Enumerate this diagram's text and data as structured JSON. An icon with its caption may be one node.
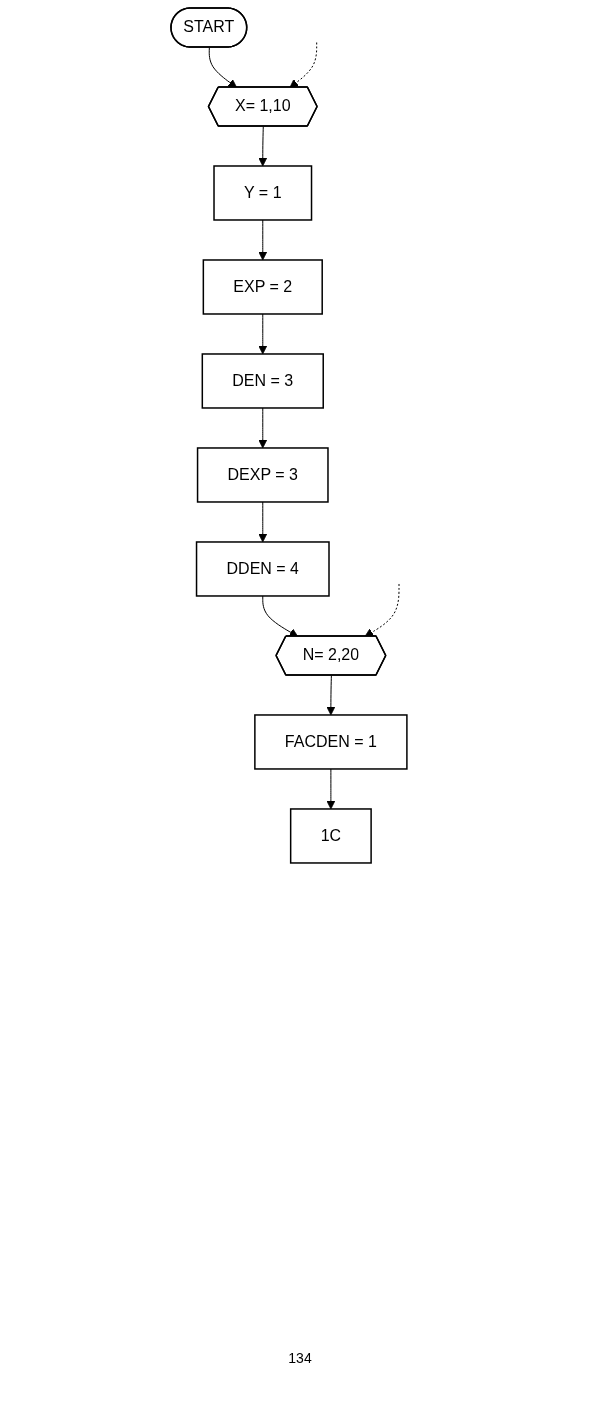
{
  "diagram": {
    "nodes": [
      {
        "text": [
          "START"
        ]
      },
      {
        "text": [
          "X= 1,10"
        ]
      },
      {
        "text": [
          "Y = 1"
        ]
      },
      {
        "text": [
          "EXP = 2"
        ]
      },
      {
        "text": [
          "DEN = 3"
        ]
      },
      {
        "text": [
          "DEXP = 3"
        ]
      },
      {
        "text": [
          "DDEN = 4"
        ]
      },
      {
        "text": [
          "N= 2,20"
        ]
      },
      {
        "text": [
          "FACDEN = 1"
        ]
      },
      {
        "text": [
          "1C"
        ]
      }
    ],
    "edges": [
      {
        "from": 0,
        "to": 1,
        "arrow": "to"
      },
      {
        "from": 1,
        "to": 2,
        "arrow": "to"
      },
      {
        "from": 2,
        "to": 3,
        "arrow": "to"
      },
      {
        "from": 3,
        "to": 4,
        "arrow": "to"
      },
      {
        "from": 4,
        "to": 5,
        "arrow": "to"
      },
      {
        "from": 5,
        "to": 6,
        "arrow": "to"
      },
      {
        "from": 6,
        "to": 7,
        "arrow": "to"
      },
      {
        "from": 7,
        "to": 8,
        "arrow": "to"
      },
      {
        "from": 8,
        "to": 9,
        "arrow": "to"
      },
      {
        "from": null,
        "to": 1,
        "arrow": "to",
        "style": "dashed"
      },
      {
        "from": null,
        "to": 7,
        "arrow": "to",
        "style": "dashed"
      }
    ],
    "labels": [
      "134"
    ]
  }
}
